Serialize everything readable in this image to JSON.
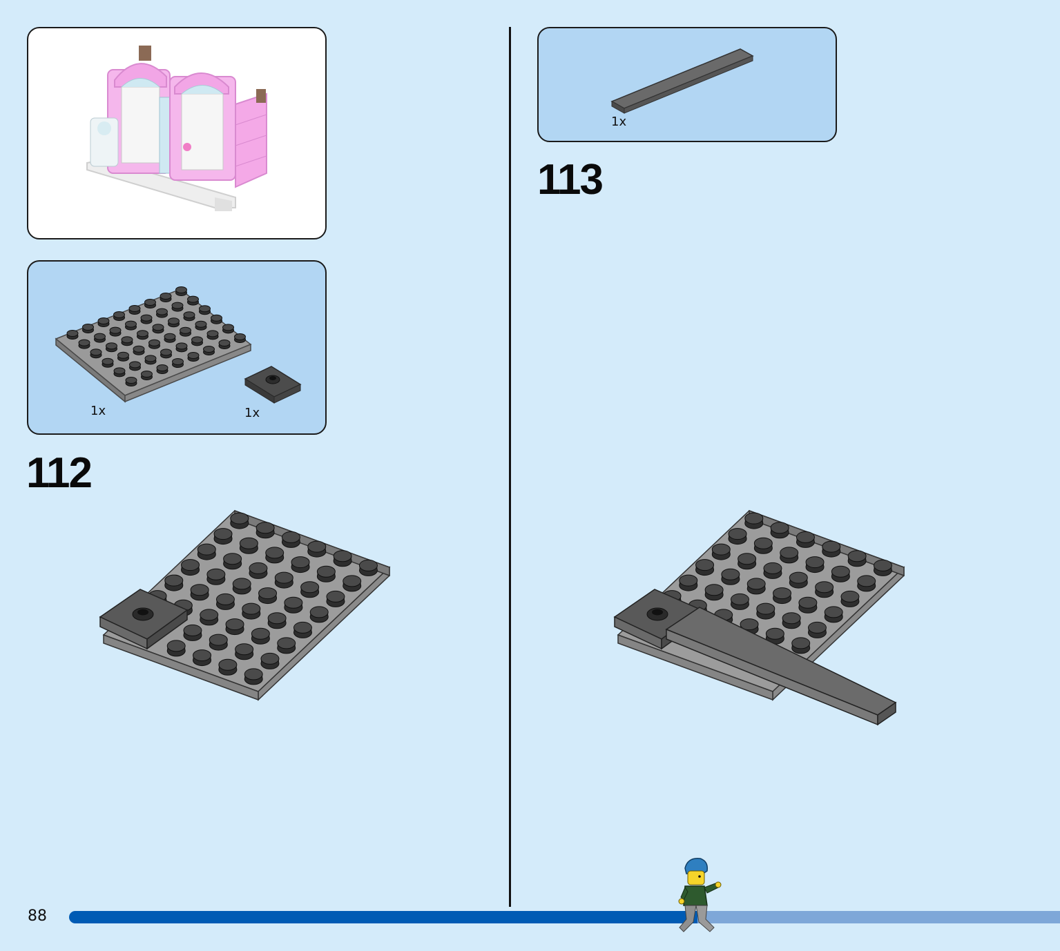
{
  "page": {
    "number": "88",
    "progress_fraction": 0.65
  },
  "context_panel": {
    "description_icon": "candy-shop-storefront-model"
  },
  "steps": [
    {
      "number": "112",
      "parts": [
        {
          "name": "plate-6x8-dark-gray",
          "qty": "1x"
        },
        {
          "name": "jumper-plate-2x2-dark-gray",
          "qty": "1x"
        }
      ]
    },
    {
      "number": "113",
      "parts": [
        {
          "name": "tile-1x8-dark-gray",
          "qty": "1x"
        }
      ]
    }
  ],
  "colors": {
    "background": "#d4ebfa",
    "parts_panel": "#b2d6f3",
    "progress_done": "#005bb4",
    "progress_rest": "#7ea7d8",
    "brick_gray": "#8a8a8a",
    "brick_dark": "#555555",
    "stud": "#3a3a3a"
  }
}
